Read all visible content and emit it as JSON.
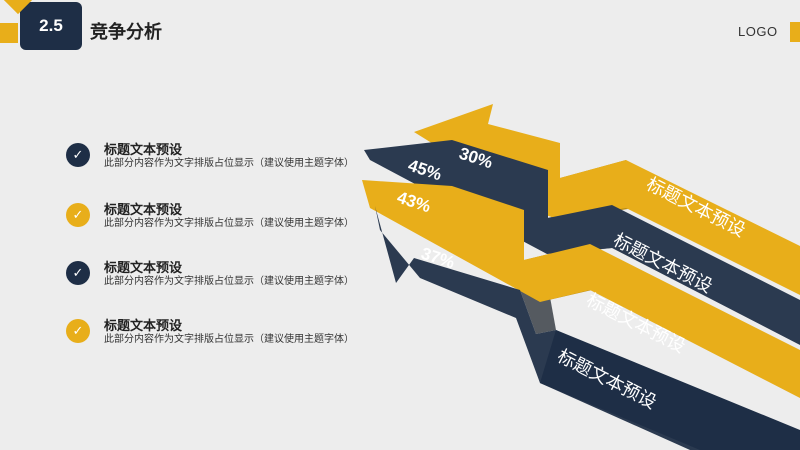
{
  "header": {
    "section_number": "2.5",
    "title": "竞争分析",
    "logo": "LOGO"
  },
  "items": [
    {
      "title": "标题文本预设",
      "desc": "此部分内容作为文字排版占位显示（建议使用主题字体）",
      "icon": "check-icon",
      "color": "#1e2e46"
    },
    {
      "title": "标题文本预设",
      "desc": "此部分内容作为文字排版占位显示（建议使用主题字体）",
      "icon": "check-icon",
      "color": "#e8ae1a"
    },
    {
      "title": "标题文本预设",
      "desc": "此部分内容作为文字排版占位显示（建议使用主题字体）",
      "icon": "check-icon",
      "color": "#1e2e46"
    },
    {
      "title": "标题文本预设",
      "desc": "此部分内容作为文字排版占位显示（建议使用主题字体）",
      "icon": "check-icon",
      "color": "#e8ae1a"
    }
  ],
  "arrows": [
    {
      "percent": "30%",
      "label": "标题文本预设",
      "color": "#e8ae1a"
    },
    {
      "percent": "45%",
      "label": "标题文本预设",
      "color": "#2b3a50"
    },
    {
      "percent": "43%",
      "label": "标题文本预设",
      "color": "#e8ae1a"
    },
    {
      "percent": "37%",
      "label": "标题文本预设",
      "color": "#2b3a50"
    }
  ],
  "colors": {
    "navy": "#1e2e46",
    "gold": "#e8ae1a",
    "background": "#ededed"
  }
}
